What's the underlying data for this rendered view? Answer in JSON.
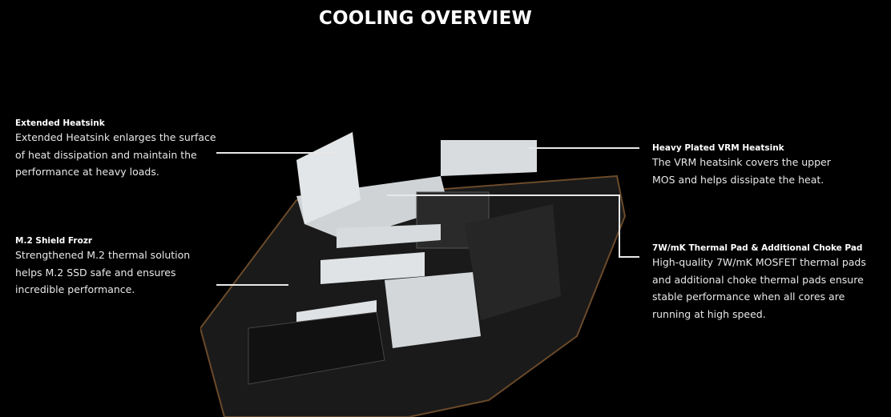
{
  "title": "COOLING OVERVIEW",
  "features": [
    {
      "heading": "Extended Heatsink",
      "body": "Extended Heatsink enlarges the surface of heat dissipation and maintain the performance at heavy loads."
    },
    {
      "heading": "M.2 Shield Frozr",
      "body": "Strengthened M.2 thermal solution helps M.2 SSD safe and ensures incredible performance."
    },
    {
      "heading": "Heavy Plated VRM Heatsink",
      "body": "The VRM heatsink covers the upper MOS and helps dissipate the heat."
    },
    {
      "heading": "7W/mK Thermal Pad & Additional Choke Pad",
      "body": "High-quality 7W/mK MOSFET thermal pads and additional choke thermal pads ensure stable performance when all cores are running at high speed."
    }
  ]
}
